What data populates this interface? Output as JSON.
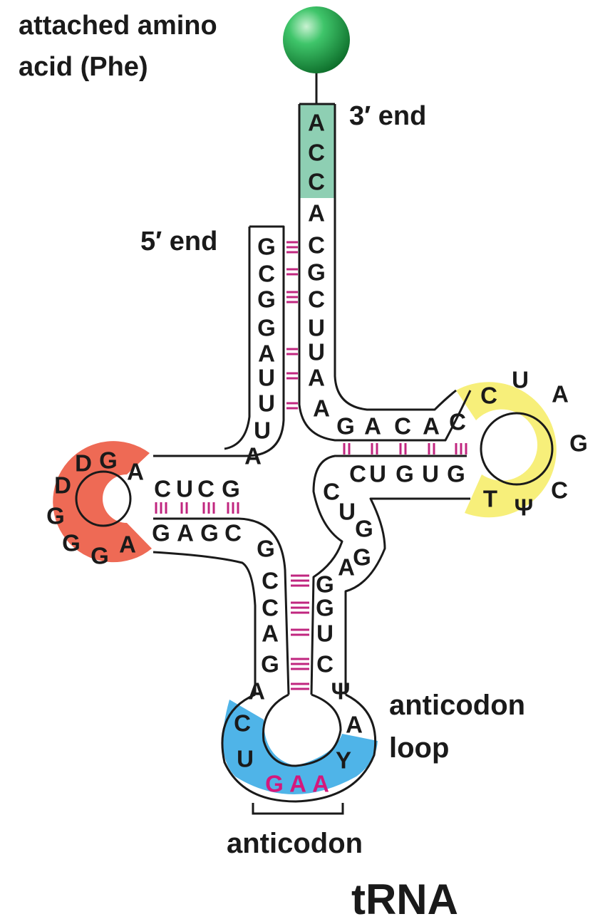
{
  "labels": {
    "amino_acid_line1": "attached amino",
    "amino_acid_line2": "acid (Phe)",
    "three_prime": "3′ end",
    "five_prime": "5′ end",
    "anticodon_loop_line1": "anticodon",
    "anticodon_loop_line2": "loop",
    "anticodon": "anticodon",
    "title": "tRNA"
  },
  "colors": {
    "amino_acid_ball": "#1fa34a",
    "acceptor_end": "#8ecfb3",
    "d_loop": "#ee6a55",
    "t_loop": "#f7ef7a",
    "anticodon_loop": "#4fb4e8",
    "anticodon_bases": "#d4187c",
    "base_pair_lines": "#c0267f"
  },
  "nucleotides": {
    "acceptor_3prime_strand": [
      "A",
      "C",
      "C",
      "A",
      "C",
      "G",
      "C",
      "U",
      "U",
      "A",
      "A"
    ],
    "acceptor_5prime_strand": [
      "G",
      "C",
      "G",
      "G",
      "A",
      "U",
      "U",
      "U",
      "A"
    ],
    "t_arm_top": [
      "G",
      "A",
      "C",
      "A",
      "C"
    ],
    "t_loop": [
      "U",
      "A",
      "G",
      "C",
      "Ψ",
      "T"
    ],
    "t_arm_bottom": [
      "C",
      "U",
      "G",
      "U",
      "G"
    ],
    "d_arm_top": [
      "C",
      "U",
      "C",
      "G"
    ],
    "d_loop": [
      "A",
      "G",
      "D",
      "D",
      "G",
      "G",
      "G",
      "A"
    ],
    "d_arm_bottom": [
      "G",
      "A",
      "G",
      "C"
    ],
    "variable_loop": [
      "C",
      "U",
      "G",
      "G",
      "A"
    ],
    "anticodon_stem_left": [
      "G",
      "C",
      "C",
      "A",
      "G"
    ],
    "anticodon_stem_right": [
      "G",
      "G",
      "U",
      "C"
    ],
    "anticodon_loop_left": [
      "A",
      "C",
      "U"
    ],
    "anticodon_loop_right": [
      "Ψ",
      "A",
      "Y"
    ],
    "anticodon": [
      "G",
      "A",
      "A"
    ]
  }
}
